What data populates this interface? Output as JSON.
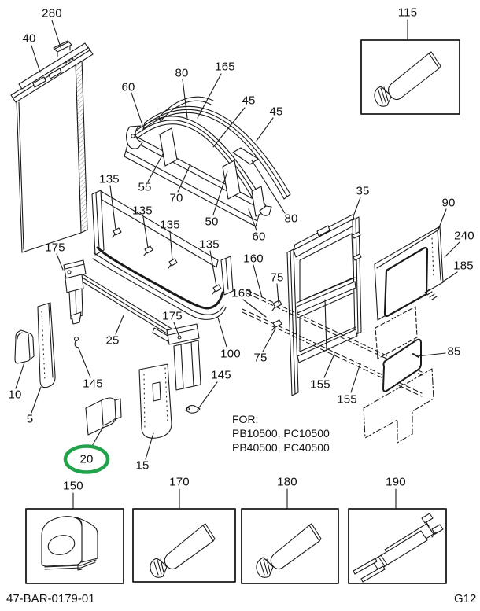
{
  "page": {
    "drawing_number": "47-BAR-0179-01",
    "page_code": "G12",
    "note": {
      "heading": "FOR:",
      "line1": "PB10500, PC10500",
      "line2": "PB40500, PC40500"
    }
  },
  "colors": {
    "line": "#1a1a1a",
    "highlight": "#21a34c"
  },
  "highlighted_part": "20",
  "callouts": [
    {
      "text": "280"
    },
    {
      "text": "40"
    },
    {
      "text": "115"
    },
    {
      "text": "60"
    },
    {
      "text": "80"
    },
    {
      "text": "165"
    },
    {
      "text": "45"
    },
    {
      "text": "45"
    },
    {
      "text": "135"
    },
    {
      "text": "55"
    },
    {
      "text": "70"
    },
    {
      "text": "135"
    },
    {
      "text": "135"
    },
    {
      "text": "50"
    },
    {
      "text": "135"
    },
    {
      "text": "80"
    },
    {
      "text": "60"
    },
    {
      "text": "35"
    },
    {
      "text": "90"
    },
    {
      "text": "240"
    },
    {
      "text": "185"
    },
    {
      "text": "175"
    },
    {
      "text": "160"
    },
    {
      "text": "75"
    },
    {
      "text": "160"
    },
    {
      "text": "75"
    },
    {
      "text": "25"
    },
    {
      "text": "175"
    },
    {
      "text": "100"
    },
    {
      "text": "145"
    },
    {
      "text": "145"
    },
    {
      "text": "10"
    },
    {
      "text": "5"
    },
    {
      "text": "20"
    },
    {
      "text": "15"
    },
    {
      "text": "155"
    },
    {
      "text": "155"
    },
    {
      "text": "85"
    },
    {
      "text": "150"
    },
    {
      "text": "170"
    },
    {
      "text": "180"
    },
    {
      "text": "190"
    }
  ]
}
